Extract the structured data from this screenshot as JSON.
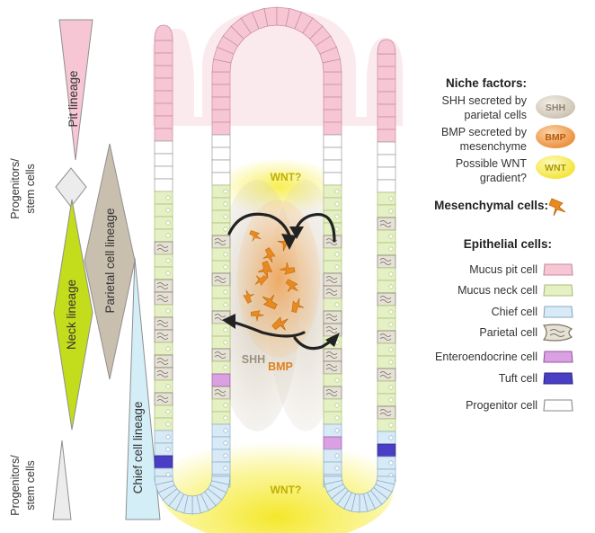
{
  "lineages": {
    "pit": "Pit lineage",
    "parietal": "Parietal cell lineage",
    "neck": "Neck lineage",
    "chief": "Chief cell lineage",
    "progenitors_top": [
      "Progenitors/",
      "stem cells"
    ],
    "progenitors_bottom": [
      "Progenitors/",
      "stem cells"
    ]
  },
  "gland": {
    "wnt_top": "WNT?",
    "wnt_bottom": "WNT?",
    "shh": "SHH",
    "bmp": "BMP"
  },
  "legend": {
    "niche_title": "Niche factors:",
    "niche_items": [
      {
        "lines": [
          "SHH secreted by",
          "parietal cells"
        ],
        "badge": "SHH",
        "color": "#d8cfc0"
      },
      {
        "lines": [
          "BMP secreted by",
          "mesenchyme"
        ],
        "badge": "BMP",
        "color": "#f0a050"
      },
      {
        "lines": [
          "Possible WNT",
          "gradient?"
        ],
        "badge": "WNT",
        "color": "#f7ee4a"
      }
    ],
    "mesenchymal_title": "Mesenchymal cells:",
    "epithelial_title": "Epithelial cells:",
    "cells": [
      {
        "label": "Mucus pit cell",
        "color": "#f6c6d4",
        "stroke": "#c98a9d",
        "icon": "mucus-pit-cell-icon"
      },
      {
        "label": "Mucus neck cell",
        "color": "#e5f1c4",
        "stroke": "#a7bd74",
        "icon": "mucus-neck-cell-icon"
      },
      {
        "label": "Chief cell",
        "color": "#d7eaf6",
        "stroke": "#88aac4",
        "icon": "chief-cell-icon"
      },
      {
        "label": "Parietal cell",
        "color": "#e6e1d6",
        "stroke": "#7c7463",
        "icon": "parietal-cell-icon"
      },
      {
        "label": "Enteroendocrine cell",
        "color": "#d9a0e2",
        "stroke": "#9a57a8",
        "icon": "enteroendocrine-cell-icon"
      },
      {
        "label": "Tuft cell",
        "color": "#4a3fc4",
        "stroke": "#2c2480",
        "icon": "tuft-cell-icon"
      },
      {
        "label": "Progenitor cell",
        "color": "#ffffff",
        "stroke": "#888888",
        "icon": "progenitor-cell-icon"
      }
    ]
  },
  "colors": {
    "pit": "#f6c6d4",
    "parietal_lineage": "#c9bfae",
    "neck_lineage": "#c3dc1c",
    "chief_lineage": "#d3eef7",
    "progenitor_diamond": "#ececec",
    "wnt_yellow": "#f7ee4a",
    "bmp_orange": "#f0a050",
    "mesenchyme": "#e98a1e"
  }
}
